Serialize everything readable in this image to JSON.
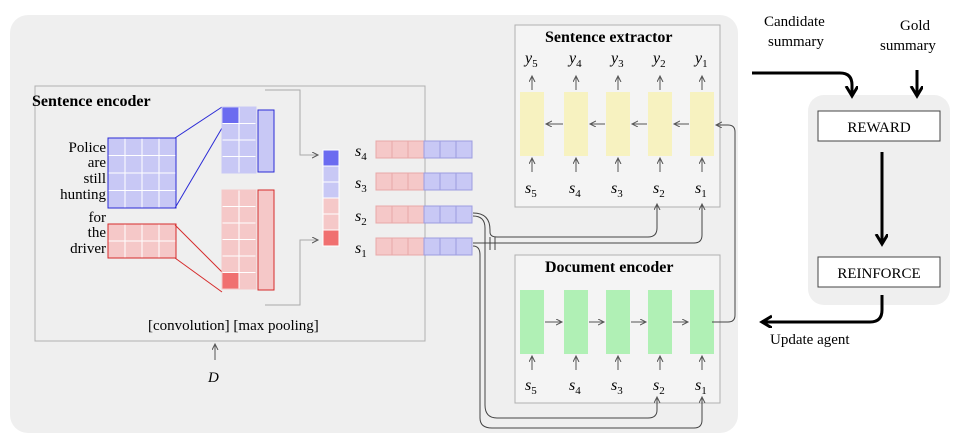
{
  "sentence_encoder": {
    "title": "Sentence encoder",
    "words": [
      "Police",
      "are",
      "still",
      "hunting",
      "for",
      "the",
      "driver"
    ],
    "ops": "[convolution] [max pooling]",
    "input_symbol": "D"
  },
  "sentence_vectors": {
    "labels": [
      "s4",
      "s3",
      "s2",
      "s1"
    ]
  },
  "sentence_extractor": {
    "title": "Sentence extractor",
    "outputs": [
      "y5",
      "y4",
      "y3",
      "y2",
      "y1"
    ],
    "inputs": [
      "s5",
      "s4",
      "s3",
      "s2",
      "s1"
    ]
  },
  "document_encoder": {
    "title": "Document encoder",
    "inputs": [
      "s5",
      "s4",
      "s3",
      "s2",
      "s1"
    ]
  },
  "rl": {
    "candidate_summary_line1": "Candidate",
    "candidate_summary_line2": "summary",
    "gold_summary_line1": "Gold",
    "gold_summary_line2": "summary",
    "reward_label": "REWARD",
    "reinforce_label": "REINFORCE",
    "update_label": "Update agent"
  },
  "colors": {
    "blue_fill": "#c8c8f5",
    "blue_dark": "#6b6bf0",
    "blue_stroke": "#2b2bd6",
    "red_fill": "#f5c8c8",
    "red_dark": "#f07070",
    "red_stroke": "#d62b2b",
    "yellow": "#f7f2c0",
    "green": "#b0f0b5",
    "panel_gray": "#efefef"
  }
}
